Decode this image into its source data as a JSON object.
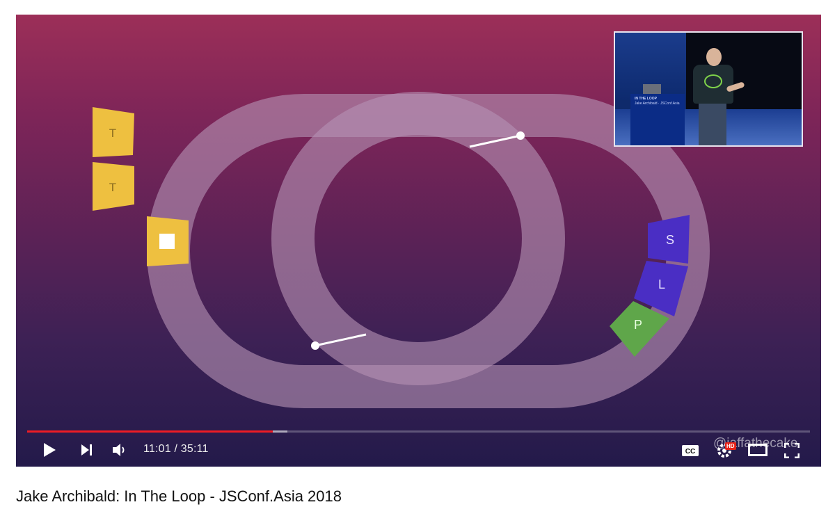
{
  "video": {
    "title": "Jake Archibald: In The Loop - JSConf.Asia 2018",
    "time_display": "11:01 / 35:11",
    "progress_fraction": 0.314,
    "buffered_fraction": 0.332,
    "watermark": "@jaffathecake",
    "hd_badge": "HD",
    "colors": {
      "progress": "#ee1c24",
      "background_top": "#9c2f58",
      "background_bottom": "#231a4a"
    }
  },
  "slide": {
    "task_queue": [
      "T",
      "T"
    ],
    "task_slot_icon": "square-icon",
    "render_steps": [
      "S",
      "L",
      "P"
    ],
    "colors": {
      "track": "#b592b3",
      "task": "#eec040",
      "render": "#4a2ec4",
      "paint": "#5fa64a"
    }
  },
  "pip": {
    "podium_lines": [
      "IN THE LOOP",
      "Jake Archibald · JSConf.Asia"
    ]
  },
  "controls": {
    "play_icon": "play-icon",
    "next_icon": "next-icon",
    "volume_icon": "volume-icon",
    "cc_label": "CC",
    "settings_icon": "gear-icon",
    "theater_icon": "theater-icon",
    "fullscreen_icon": "fullscreen-icon"
  }
}
